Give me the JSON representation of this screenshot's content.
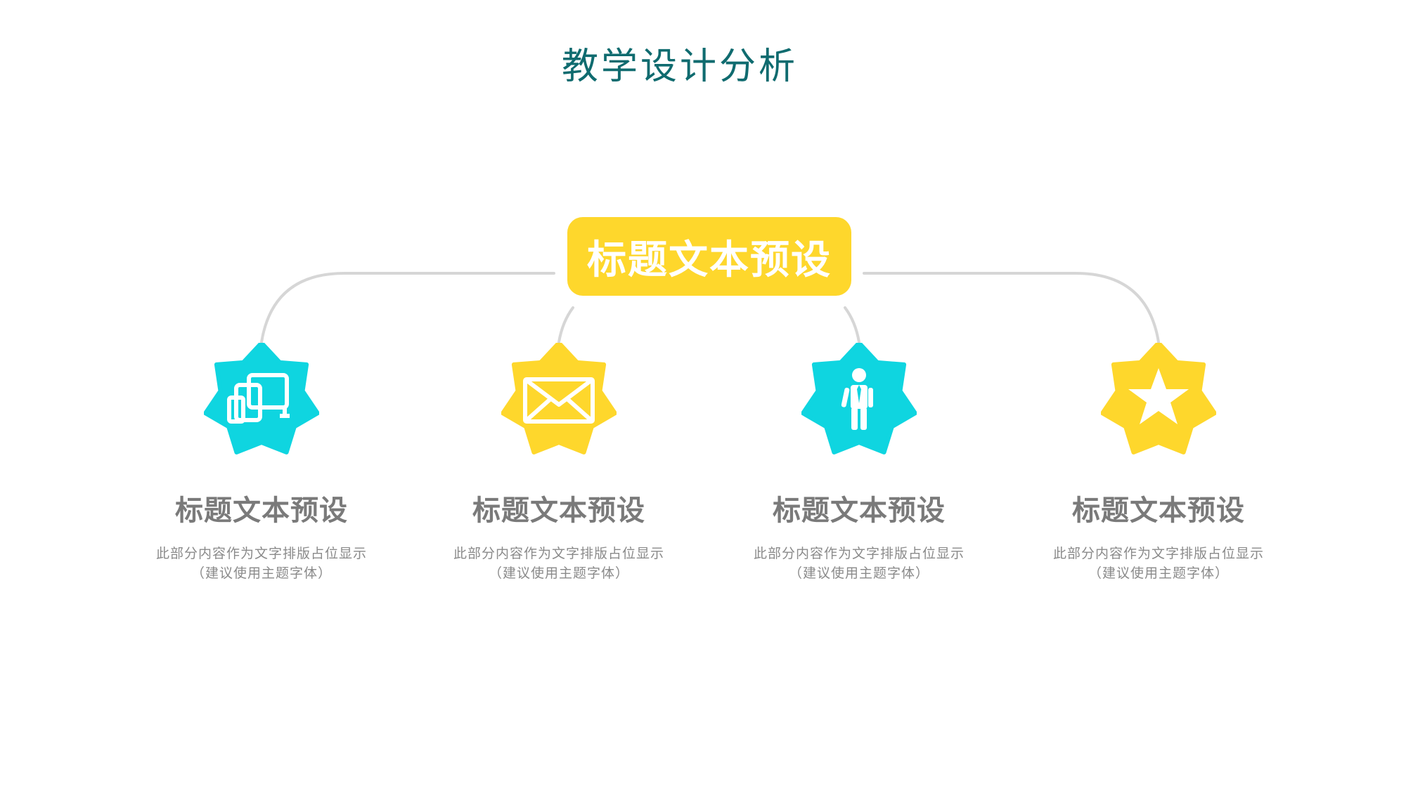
{
  "title": "教学设计分析",
  "colors": {
    "title": "#0f6b6f",
    "yellow": "#fed72c",
    "cyan": "#0fd5e0",
    "connector": "#d6d6d6"
  },
  "center": {
    "label": "标题文本预设"
  },
  "items": [
    {
      "icon": "devices-icon",
      "title": "标题文本预设",
      "desc_line1": "此部分内容作为文字排版占位显示",
      "desc_line2": "（建议使用主题字体）"
    },
    {
      "icon": "envelope-icon",
      "title": "标题文本预设",
      "desc_line1": "此部分内容作为文字排版占位显示",
      "desc_line2": "（建议使用主题字体）"
    },
    {
      "icon": "businessman-icon",
      "title": "标题文本预设",
      "desc_line1": "此部分内容作为文字排版占位显示",
      "desc_line2": "（建议使用主题字体）"
    },
    {
      "icon": "star-icon",
      "title": "标题文本预设",
      "desc_line1": "此部分内容作为文字排版占位显示",
      "desc_line2": "（建议使用主题字体）"
    }
  ]
}
